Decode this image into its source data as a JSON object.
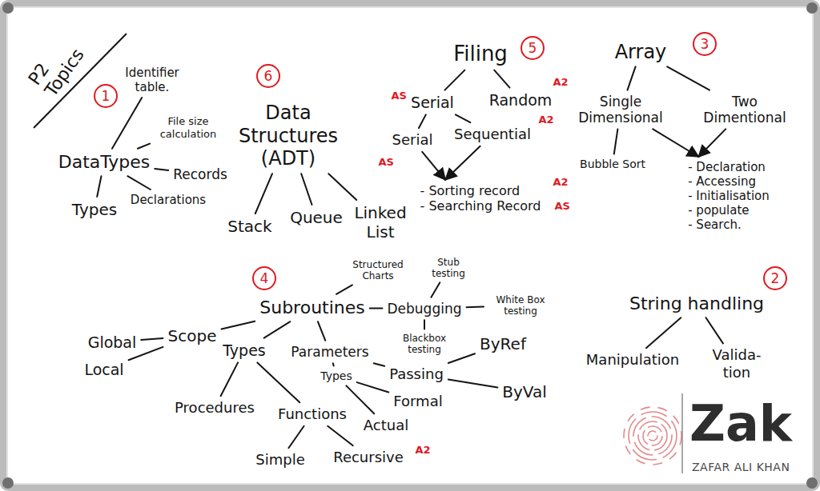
{
  "diagram": {
    "title": "P2 Topics",
    "nodes": [
      {
        "text": [
          "Identifier table."
        ]
      },
      {
        "text": [
          "File size calculation"
        ]
      },
      {
        "text": [
          "DataTypes"
        ]
      },
      {
        "text": [
          "Records"
        ]
      },
      {
        "text": [
          "Types"
        ]
      },
      {
        "text": [
          "Declarations"
        ]
      },
      {
        "text": [
          "Data Structures (ADT)"
        ]
      },
      {
        "text": [
          "Stack"
        ]
      },
      {
        "text": [
          "Queue"
        ]
      },
      {
        "text": [
          "Linked List"
        ]
      },
      {
        "text": [
          "Filing"
        ]
      },
      {
        "text": [
          "Serial"
        ]
      },
      {
        "text": [
          "Random"
        ]
      },
      {
        "text": [
          "Serial"
        ]
      },
      {
        "text": [
          "Sequential"
        ]
      },
      {
        "text": [
          "- Sorting record",
          "- Searching Record"
        ]
      },
      {
        "text": [
          "Array"
        ]
      },
      {
        "text": [
          "Single Dimensional"
        ]
      },
      {
        "text": [
          "Two Dimentional"
        ]
      },
      {
        "text": [
          "Bubble Sort"
        ]
      },
      {
        "text": [
          "- Declaration",
          "- Accessing",
          "- Initialisation",
          "- populate",
          "- Search."
        ]
      },
      {
        "text": [
          "Subroutines"
        ]
      },
      {
        "text": [
          "Structured Charts"
        ]
      },
      {
        "text": [
          "Stub testing"
        ]
      },
      {
        "text": [
          "Debugging"
        ]
      },
      {
        "text": [
          "White Box testing"
        ]
      },
      {
        "text": [
          "Blackbox testing"
        ]
      },
      {
        "text": [
          "Scope"
        ]
      },
      {
        "text": [
          "Global"
        ]
      },
      {
        "text": [
          "Local"
        ]
      },
      {
        "text": [
          "Types"
        ]
      },
      {
        "text": [
          "Parameters"
        ]
      },
      {
        "text": [
          "Procedures"
        ]
      },
      {
        "text": [
          "Functions"
        ]
      },
      {
        "text": [
          "Simple"
        ]
      },
      {
        "text": [
          "Recursive"
        ]
      },
      {
        "text": [
          "Types"
        ]
      },
      {
        "text": [
          "Passing"
        ]
      },
      {
        "text": [
          "ByRef"
        ]
      },
      {
        "text": [
          "ByVal"
        ]
      },
      {
        "text": [
          "Formal"
        ]
      },
      {
        "text": [
          "Actual"
        ]
      },
      {
        "text": [
          "String handling"
        ]
      },
      {
        "text": [
          "Manipulation"
        ]
      },
      {
        "text": [
          "Valida- tion"
        ]
      },
      {
        "text": [
          "1"
        ]
      },
      {
        "text": [
          "6"
        ]
      },
      {
        "text": [
          "5"
        ]
      },
      {
        "text": [
          "3"
        ]
      },
      {
        "text": [
          "4"
        ]
      },
      {
        "text": [
          "2"
        ]
      }
    ],
    "edges": [
      {
        "from": 2,
        "to": 0,
        "arrow": "none"
      },
      {
        "from": 2,
        "to": 1,
        "arrow": "none"
      },
      {
        "from": 2,
        "to": 3,
        "arrow": "none"
      },
      {
        "from": 2,
        "to": 4,
        "arrow": "none"
      },
      {
        "from": 2,
        "to": 5,
        "arrow": "none"
      },
      {
        "from": 6,
        "to": 7,
        "arrow": "none"
      },
      {
        "from": 6,
        "to": 8,
        "arrow": "none"
      },
      {
        "from": 6,
        "to": 9,
        "arrow": "none"
      },
      {
        "from": 10,
        "to": 11,
        "arrow": "none"
      },
      {
        "from": 10,
        "to": 12,
        "arrow": "none"
      },
      {
        "from": 11,
        "to": 13,
        "arrow": "none"
      },
      {
        "from": 11,
        "to": 14,
        "arrow": "none"
      },
      {
        "from": 13,
        "to": 15,
        "arrow": "to"
      },
      {
        "from": 14,
        "to": 15,
        "arrow": "to"
      },
      {
        "from": 16,
        "to": 17,
        "arrow": "none"
      },
      {
        "from": 16,
        "to": 18,
        "arrow": "none"
      },
      {
        "from": 17,
        "to": 19,
        "arrow": "none"
      },
      {
        "from": 17,
        "to": 20,
        "arrow": "to"
      },
      {
        "from": 18,
        "to": 20,
        "arrow": "to"
      },
      {
        "from": 21,
        "to": 22,
        "arrow": "none"
      },
      {
        "from": 21,
        "to": 24,
        "arrow": "none"
      },
      {
        "from": 24,
        "to": 23,
        "arrow": "none"
      },
      {
        "from": 24,
        "to": 25,
        "arrow": "none"
      },
      {
        "from": 24,
        "to": 26,
        "arrow": "none"
      },
      {
        "from": 21,
        "to": 27,
        "arrow": "none"
      },
      {
        "from": 27,
        "to": 28,
        "arrow": "none"
      },
      {
        "from": 27,
        "to": 29,
        "arrow": "none"
      },
      {
        "from": 21,
        "to": 30,
        "arrow": "none"
      },
      {
        "from": 21,
        "to": 31,
        "arrow": "none"
      },
      {
        "from": 30,
        "to": 32,
        "arrow": "none"
      },
      {
        "from": 30,
        "to": 33,
        "arrow": "none"
      },
      {
        "from": 33,
        "to": 34,
        "arrow": "none"
      },
      {
        "from": 33,
        "to": 35,
        "arrow": "none"
      },
      {
        "from": 31,
        "to": 36,
        "arrow": "none"
      },
      {
        "from": 31,
        "to": 37,
        "arrow": "none"
      },
      {
        "from": 36,
        "to": 40,
        "arrow": "none"
      },
      {
        "from": 36,
        "to": 41,
        "arrow": "none"
      },
      {
        "from": 37,
        "to": 38,
        "arrow": "none"
      },
      {
        "from": 37,
        "to": 39,
        "arrow": "none"
      },
      {
        "from": 42,
        "to": 43,
        "arrow": "none"
      },
      {
        "from": 42,
        "to": 44,
        "arrow": "none"
      }
    ],
    "labels": [
      "AS",
      "A2",
      "AS",
      "A2",
      "A2",
      "AS",
      "A2",
      "Zak",
      "ZAFAR ALI KHAN"
    ]
  }
}
